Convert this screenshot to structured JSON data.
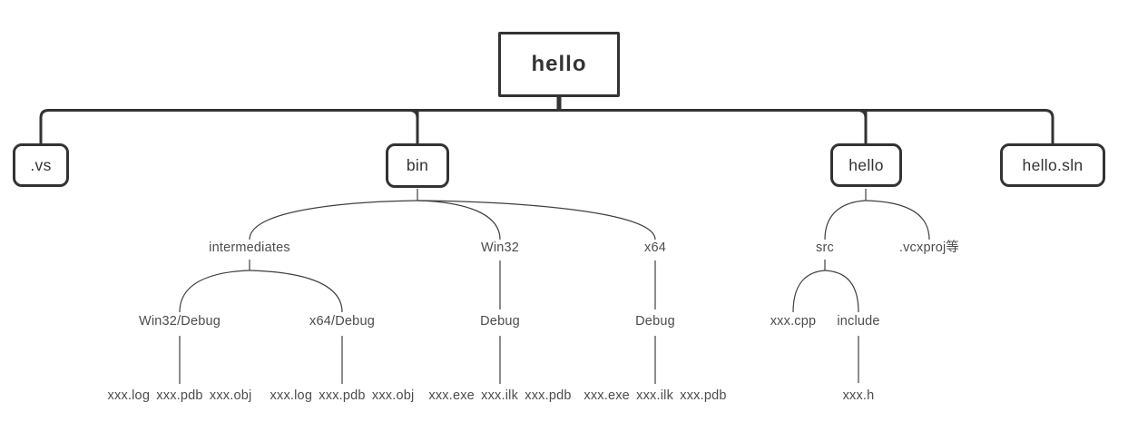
{
  "diagram_title": "hello project directory structure",
  "colors": {
    "background": "#ffffff",
    "box_border": "#333333",
    "box_text": "#333333",
    "thick_line": "#333333",
    "thin_line": "#3f3f3f",
    "label_text": "#4c4c4c"
  },
  "tree": {
    "label": "hello",
    "children": [
      {
        "label": ".vs",
        "children": []
      },
      {
        "label": "bin",
        "children": [
          {
            "label": "intermediates",
            "children": [
              {
                "label": "Win32/Debug",
                "children": [
                  {
                    "label": "xxx.log xxx.pdb xxx.obj",
                    "children": []
                  }
                ]
              },
              {
                "label": "x64/Debug",
                "children": [
                  {
                    "label": "xxx.log xxx.pdb xxx.obj",
                    "children": []
                  }
                ]
              }
            ]
          },
          {
            "label": "Win32",
            "children": [
              {
                "label": "Debug",
                "children": [
                  {
                    "label": "xxx.exe xxx.ilk xxx.pdb",
                    "children": []
                  }
                ]
              }
            ]
          },
          {
            "label": "x64",
            "children": [
              {
                "label": "Debug",
                "children": [
                  {
                    "label": "xxx.exe xxx.ilk xxx.pdb",
                    "children": []
                  }
                ]
              }
            ]
          }
        ]
      },
      {
        "label": "hello",
        "children": [
          {
            "label": "src",
            "children": [
              {
                "label": "xxx.cpp",
                "children": []
              },
              {
                "label": "include",
                "children": [
                  {
                    "label": "xxx.h",
                    "children": []
                  }
                ]
              }
            ]
          },
          {
            "label": ".vcxproj等",
            "children": []
          }
        ]
      },
      {
        "label": "hello.sln",
        "children": []
      }
    ]
  }
}
